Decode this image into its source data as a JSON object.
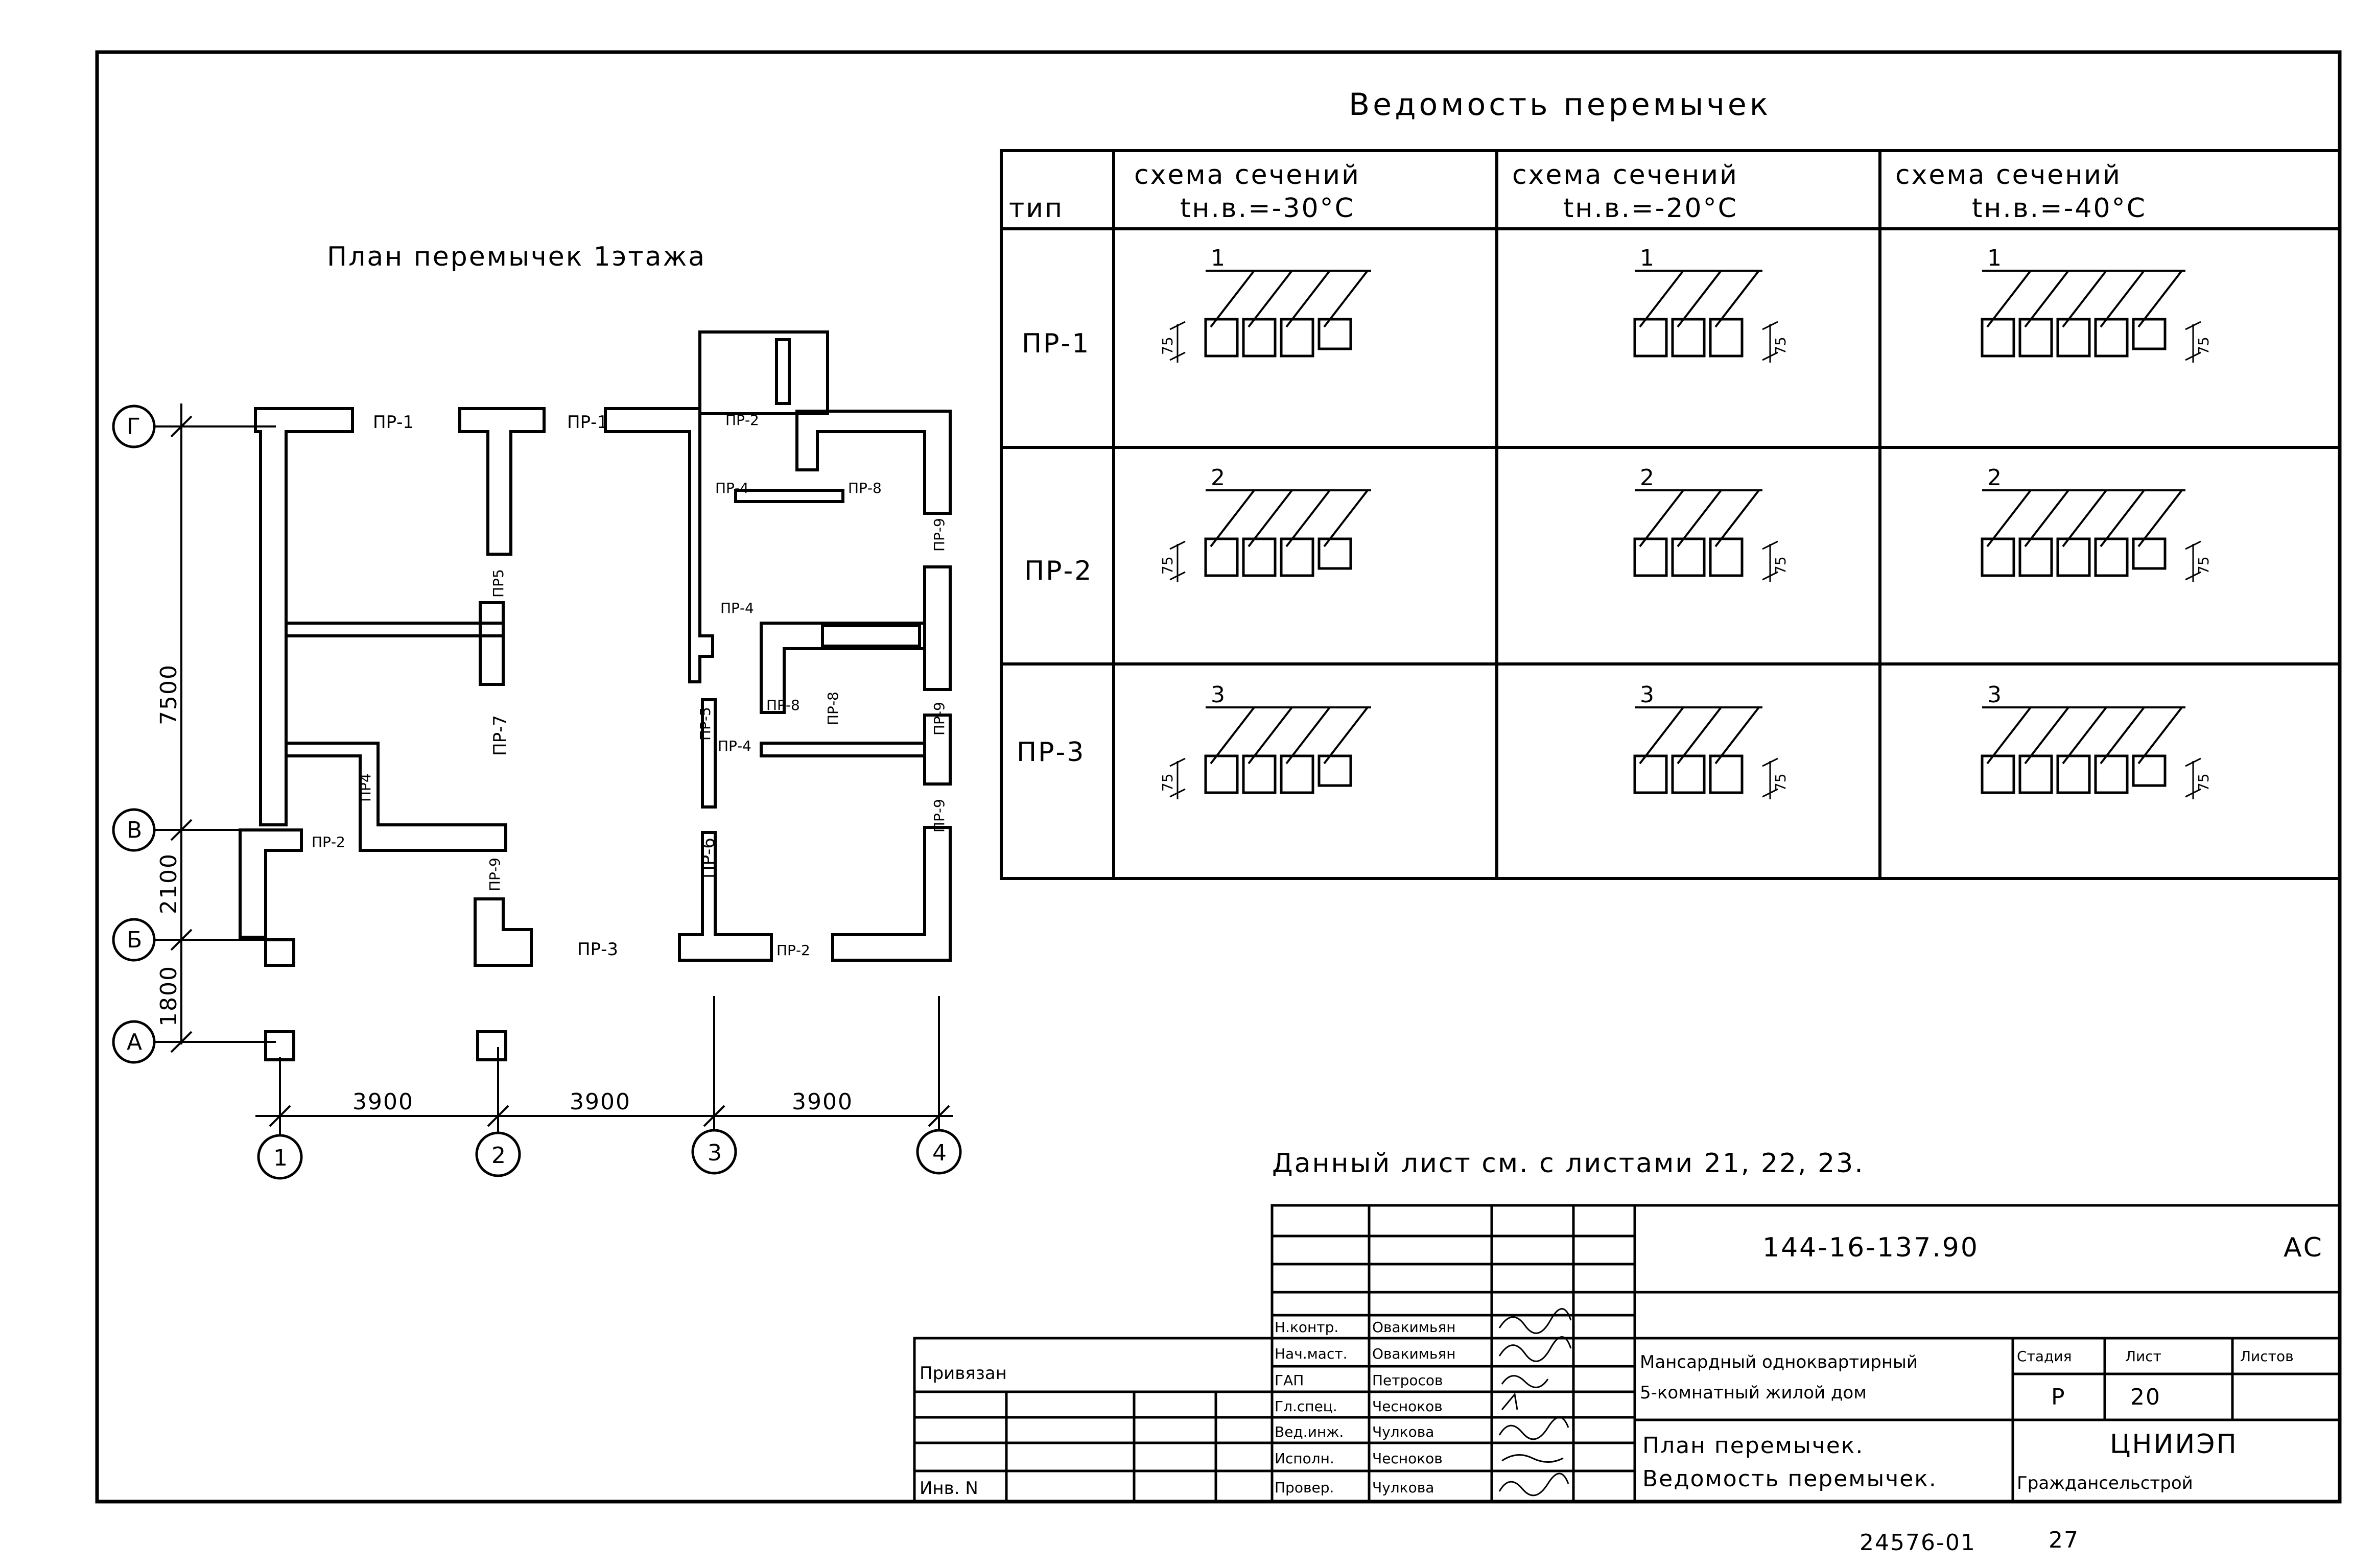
{
  "plan": {
    "title": "План перемычек 1этажа",
    "axes_x": [
      "1",
      "2",
      "3",
      "4"
    ],
    "axes_y": [
      "Г",
      "В",
      "Б",
      "А"
    ],
    "dims_x": [
      "3900",
      "3900",
      "3900"
    ],
    "dims_y": [
      "7500",
      "2100",
      "1800"
    ],
    "labels": [
      "ПР-1",
      "ПР-1",
      "ПР-2",
      "ПР-4",
      "ПР-8",
      "ПР-9",
      "ПР5",
      "ПР-4",
      "ПР-7",
      "ПР4",
      "ПР-5",
      "ПР-8",
      "ПР-8",
      "ПР-9",
      "ПР-4",
      "ПР-2",
      "ПР-6",
      "ПР-9",
      "ПР-9",
      "ПР-3",
      "ПР-2"
    ]
  },
  "schedule": {
    "title": "Ведомость перемычек",
    "head_type": "тип",
    "columns": [
      {
        "head": "схема сечений",
        "temp": "tн.в.=-30°С"
      },
      {
        "head": "схема сечений",
        "temp": "tн.в.=-20°С"
      },
      {
        "head": "схема сечений",
        "temp": "tн.в.=-40°С"
      }
    ],
    "rows": [
      {
        "type": "ПР-1",
        "mark": "1",
        "counts": [
          4,
          3,
          5
        ]
      },
      {
        "type": "ПР-2",
        "mark": "2",
        "counts": [
          4,
          3,
          5
        ]
      },
      {
        "type": "ПР-3",
        "mark": "3",
        "counts": [
          4,
          3,
          5
        ]
      }
    ],
    "dim": "75"
  },
  "note": "Данный лист см. с листами 21, 22, 23.",
  "stamp": {
    "code": "144-16-137.90",
    "mark": "АС",
    "privyazan": "Привязан",
    "inv": "Инв. N",
    "roles": [
      {
        "role": "Н.контр.",
        "name": "Овакимьян"
      },
      {
        "role": "Нач.маст.",
        "name": "Овакимьян"
      },
      {
        "role": "ГАП",
        "name": "Петросов"
      },
      {
        "role": "Гл.спец.",
        "name": "Чесноков"
      },
      {
        "role": "Вед.инж.",
        "name": "Чулкова"
      },
      {
        "role": "Исполн.",
        "name": "Чесноков"
      },
      {
        "role": "Провер.",
        "name": "Чулкова"
      }
    ],
    "project_line1": "Мансардный одноквартирный",
    "project_line2": "5-комнатный жилой дом",
    "sheet_title_line1": "План перемычек.",
    "sheet_title_line2": "Ведомость перемычек.",
    "stage_label": "Стадия",
    "sheet_label": "Лист",
    "sheets_label": "Листов",
    "stage": "Р",
    "sheet": "20",
    "org_line1": "ЦНИИЭП",
    "org_line2": "Гражданcельстрой",
    "doc_number": "24576-01",
    "page": "27"
  }
}
